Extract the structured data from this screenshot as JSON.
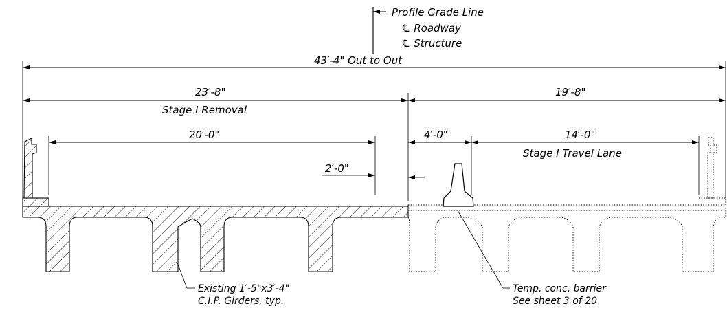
{
  "labels": {
    "profile_grade": "Profile Grade Line",
    "cl_roadway": "℄ Roadway",
    "cl_structure": "℄ Structure",
    "overall": "43′-4\" Out to Out",
    "left_dim": "23′-8\"",
    "stage_removal": "Stage I Removal",
    "right_dim": "19′-8\"",
    "inner_dim": "20′-0\"",
    "offset_dim": "2′-0\"",
    "barrier_dim": "4′-0\"",
    "lane_dim": "14′-0\"",
    "travel_lane": "Stage I Travel Lane",
    "girder_note_1": "Existing 1′-5\"x3′-4\"",
    "girder_note_2": "C.I.P. Girders, typ.",
    "barrier_note_1": "Temp. conc. barrier",
    "barrier_note_2": "See sheet 3 of 20"
  }
}
